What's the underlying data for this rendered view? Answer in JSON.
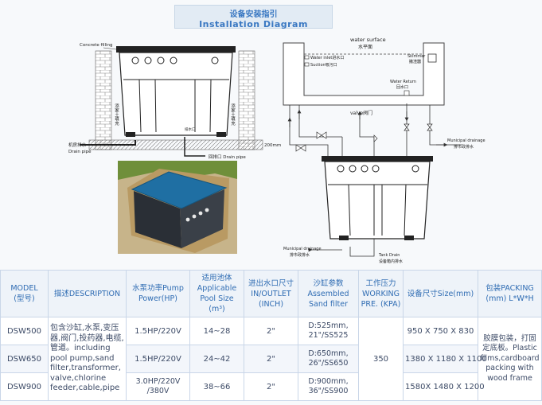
{
  "header": {
    "title_cn": "设备安装指引",
    "title_en": "Installation Diagram"
  },
  "diagram": {
    "concrete_filling": "Concrete filling",
    "backfill_left": "添家土填充",
    "backfill_right": "添家土填充",
    "drain_pipe_cn": "机房排水",
    "drain_pipe_en": "Drain pipe",
    "drain_label": "排水口",
    "thickness": "200mm",
    "drain_pipe_bottom": "回排口 Drain pipe",
    "water_surface_en": "water surface",
    "water_surface_cn": "水平面",
    "water_inlet": "Water inlet进水口",
    "suction": "Suction吸污口",
    "skimmer_en": "Skimmer",
    "skimmer_cn": "撇渣器",
    "water_return_en": "Water Return",
    "water_return_cn": "回水口",
    "valve": "valve阀门",
    "municipal_drain_right_en": "Municipal drainage",
    "municipal_drain_right_cn": "排市政排水",
    "municipal_drain_bottom_en": "Municipal drainage",
    "municipal_drain_bottom_cn": "排市政排水",
    "tank_drain_en": "Tank Drain",
    "tank_drain_cn": "设备箱内排水",
    "colors": {
      "pool_cover": "#1f6fa3",
      "earth": "#b99a63",
      "grass": "#6f8f3a"
    }
  },
  "table": {
    "headers": [
      "MODEL\n(型号)",
      "描述DESCRIPTION",
      "水泵功率Pump Power(HP)",
      "适用池体 Applicable Pool Size (m³)",
      "进出水口尺寸 IN/OUTLET (INCH)",
      "沙缸参数 Assembled Sand filter",
      "工作压力 WORKING PRE. (KPA)",
      "设备尺寸Size(mm)",
      "包装PACKING (mm) L*W*H"
    ],
    "description": "包含沙缸,水泵,变压器,阀门,投药器,电缆,管道。including pool pump,sand filter,transformer, valve,chlorine feeder,cable,pipe",
    "working_pressure": "350",
    "packing": "胶膜包装，打固定底板。Plastic films,cardboard packing with wood frame",
    "rows": [
      {
        "model": "DSW500",
        "pump": "1.5HP/220V",
        "pool": "14~28",
        "inout": "2\"",
        "sand": "D:525mm, 21\"/SS525",
        "size": "950 X 750 X 830"
      },
      {
        "model": "DSW650",
        "pump": "1.5HP/220V",
        "pool": "24~42",
        "inout": "2\"",
        "sand": "D:650mm, 26\"/SS650",
        "size": "1380 X 1180 X 1100"
      },
      {
        "model": "DSW900",
        "pump": "3.0HP/220V /380V",
        "pool": "38~66",
        "inout": "2\"",
        "sand": "D:900mm, 36\"/SS900",
        "size": "1580X 1480 X 1200"
      }
    ]
  }
}
